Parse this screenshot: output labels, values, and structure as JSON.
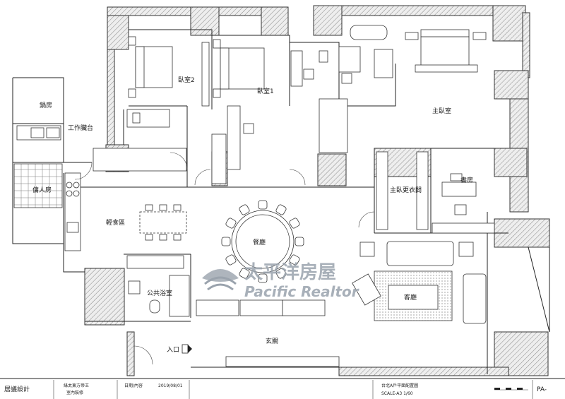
{
  "rooms": {
    "bedroom2": "臥室2",
    "bedroom1": "臥室1",
    "master_bedroom": "主臥室",
    "kitchen_side": "鍋房",
    "work_counter": "工作臟台",
    "maid_room": "傭人房",
    "light_meal": "輕食區",
    "dining": "餐廳",
    "master_closet": "主臥更衣間",
    "study": "書房",
    "public_bath": "公共浴室",
    "living": "客廳",
    "foyer": "玄關",
    "entrance": "入口"
  },
  "watermark": {
    "title": "太平洋房屋",
    "subtitle": "Pacific Realtor"
  },
  "title_block": {
    "col1": "居議設計",
    "col2a": "綠太東方帝王",
    "col2b": "室內裝修",
    "col3": "日期/內容",
    "date": "2019/08/01",
    "col4": "台北A戶平面配置圖",
    "scale": "SCALE-A3 1/60",
    "sheet": "PA-"
  }
}
